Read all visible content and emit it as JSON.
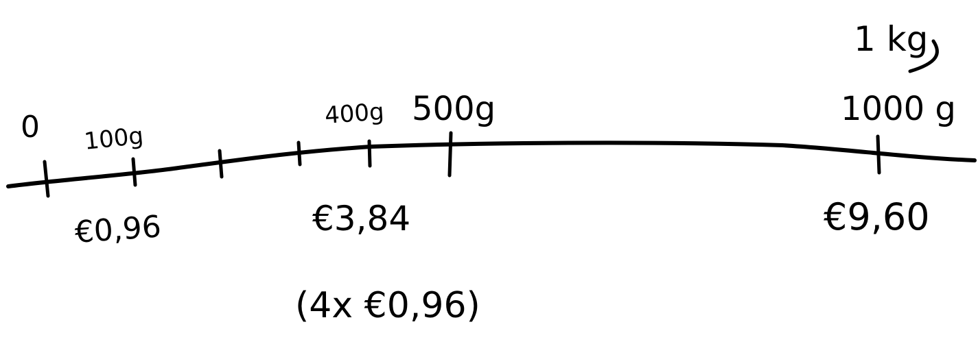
{
  "diagram": {
    "ink_color": "#000000",
    "background": "#ffffff",
    "line_kind": "hand-drawn number line",
    "top_labels": {
      "zero": "0",
      "g100": "100g",
      "g400": "400g",
      "g500": "500g",
      "g1000": "1000 g",
      "kg1": "1 kg"
    },
    "bottom_labels": {
      "price_100": "€0,96",
      "price_400": "€3,84",
      "price_400_note": "(4x €0,96)",
      "price_1000": "€9,60"
    },
    "ticks": [
      "0",
      "100",
      "200",
      "300",
      "400",
      "500",
      "1000"
    ]
  }
}
